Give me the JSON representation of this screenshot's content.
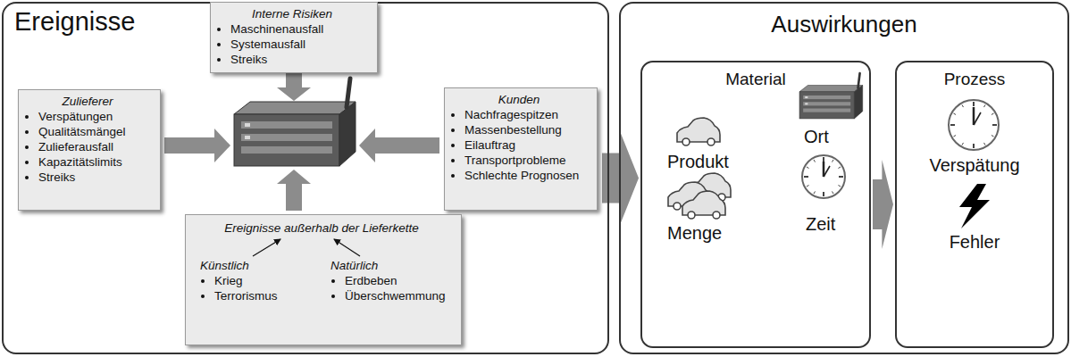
{
  "diagram": {
    "nodes": [
      {
        "text": [
          "Ereignisse"
        ]
      },
      {
        "text": [
          "Interne Risiken",
          "Maschinenausfall",
          "Systemausfall",
          "Streiks"
        ],
        "in": 0
      },
      {
        "text": [
          "Zulieferer",
          "Verspätungen",
          "Qualitätsmängel",
          "Zulieferausfall",
          "Kapazitätslimits",
          "Streiks"
        ],
        "in": 0
      },
      {
        "text": [
          "Kunden",
          "Nachfragespitzen",
          "Massenbestellung",
          "Eilauftrag",
          "Transportprobleme",
          "Schlechte Prognosen"
        ],
        "in": 0
      },
      {
        "text": [
          "Ereignisse außerhalb der Lieferkette",
          "Künstlich",
          "Krieg",
          "Terrorismus",
          "Natürlich",
          "Erdbeben",
          "Überschwemmung"
        ],
        "in": 0
      },
      {
        "text": [
          "Auswirkungen"
        ]
      },
      {
        "text": [
          "Material"
        ],
        "in": 5
      },
      {
        "text": [
          "Prozess"
        ],
        "in": 5
      }
    ],
    "edges": [
      {
        "from": 0,
        "to": 5,
        "arrow": "to"
      },
      {
        "from": 6,
        "to": 7,
        "arrow": "to"
      }
    ],
    "labels": [
      "Produkt",
      "Ort",
      "Menge",
      "Zeit",
      "Verspätung",
      "Fehler"
    ]
  }
}
